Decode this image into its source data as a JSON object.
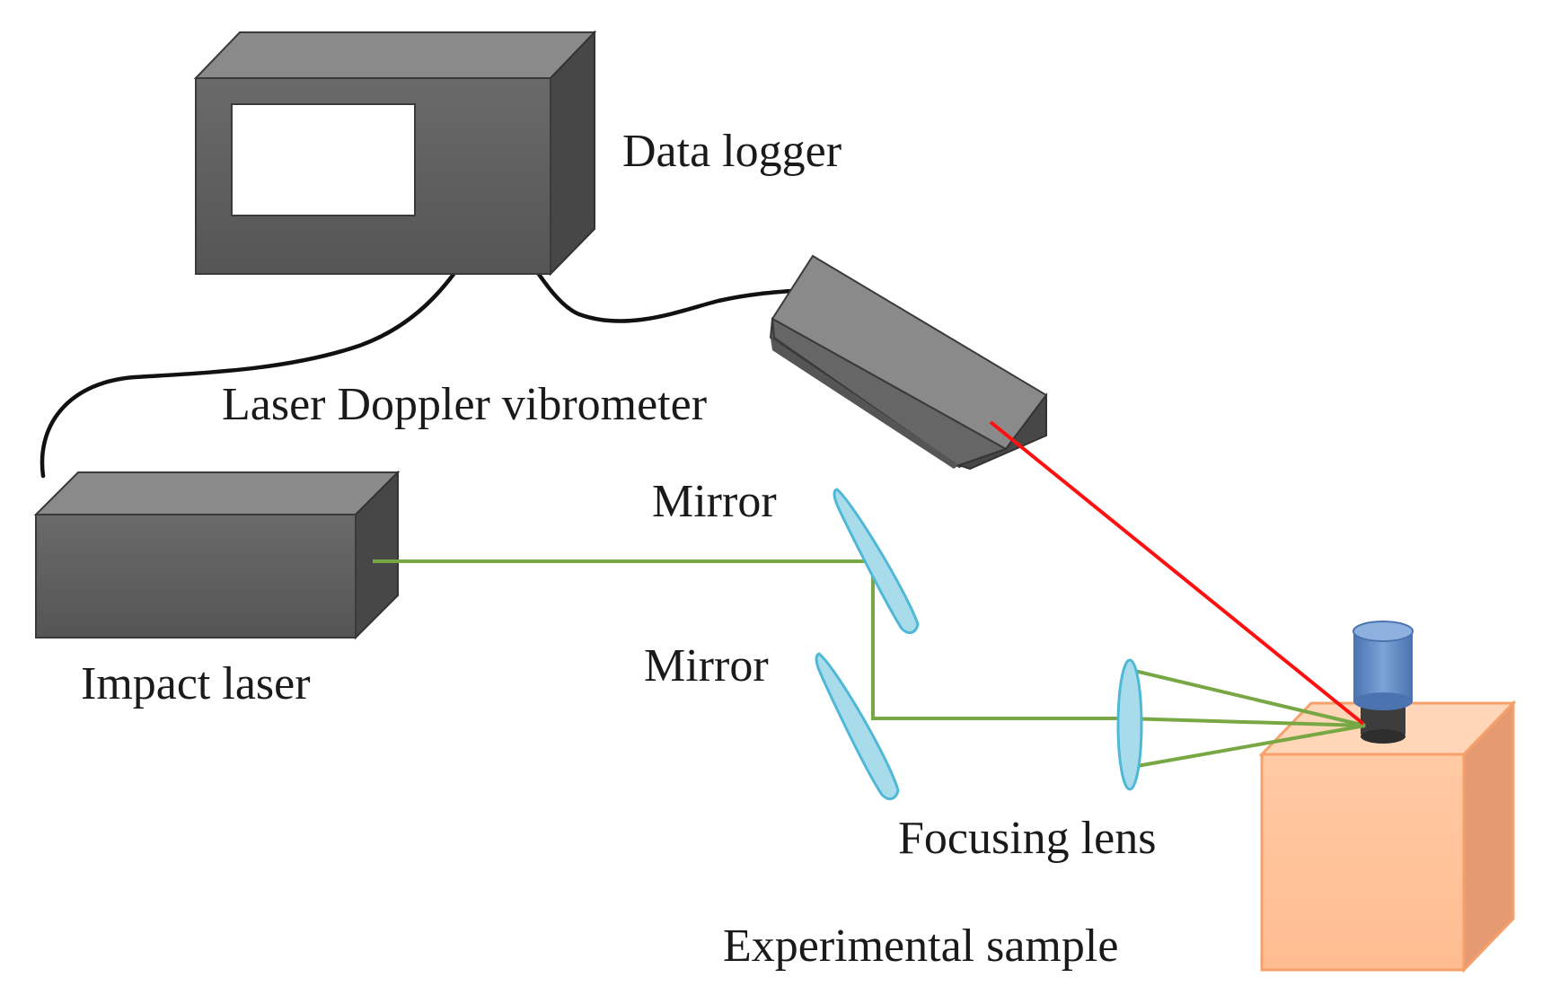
{
  "labels": {
    "data_logger": "Data logger",
    "vibrometer": "Laser Doppler vibrometer",
    "impact_laser": "Impact laser",
    "mirror_top": "Mirror",
    "mirror_bottom": "Mirror",
    "focusing_lens": "Focusing lens",
    "sample": "Experimental sample"
  },
  "colors": {
    "device_front": "#5f5f5f",
    "device_top": "#8a8a8a",
    "device_side": "#474747",
    "cable": "#111111",
    "green_beam": "#77a844",
    "red_beam": "#ff1010",
    "optic_fill": "#a8dcea",
    "optic_stroke": "#4fb8d6",
    "sample_front": "#ffc49c",
    "sample_top": "#ffd8bc",
    "sample_side": "#e69a72",
    "sample_edge": "#f6a06c",
    "sensor_blue": "#5b86c4",
    "sensor_dark": "#444444"
  }
}
